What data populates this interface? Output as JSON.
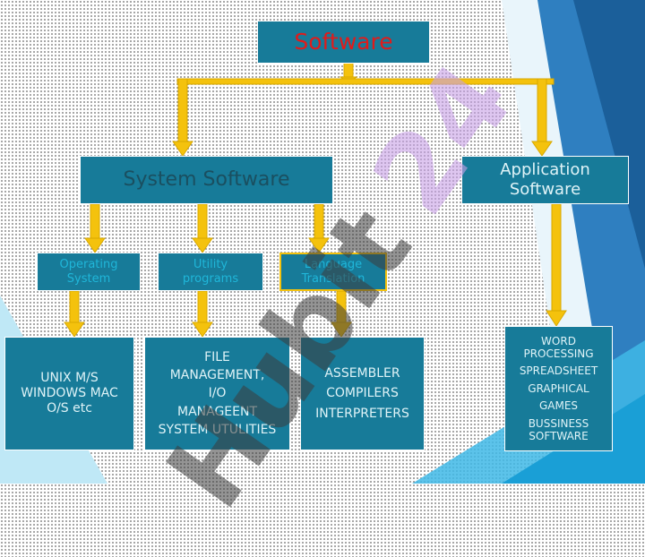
{
  "colors": {
    "box": "#177b99",
    "arrow": "#f4c20d",
    "title_text": "#e01b1b",
    "sub_text": "#1fb6d9"
  },
  "root": {
    "label": "Software"
  },
  "system": {
    "label": "System Software"
  },
  "application": {
    "line1": "Application",
    "line2": "Software"
  },
  "categories": [
    {
      "line1": "Operating",
      "line2": "System"
    },
    {
      "line1": "Utility",
      "line2": "programs"
    },
    {
      "line1": "Language",
      "line2": "Translation"
    }
  ],
  "os_examples": {
    "line1": "UNIX M/S",
    "line2": "WINDOWS MAC",
    "line3": "O/S etc"
  },
  "utility_examples": {
    "line1": "FILE",
    "line2": "MANAGEMENT,",
    "line3": "I/O",
    "line4": "MANAGEENT",
    "line5": "SYSTEM UTULITIES"
  },
  "translation_examples": {
    "line1": "ASSEMBLER",
    "line2": "COMPILERS",
    "line3": "INTERPRETERS"
  },
  "app_examples": {
    "line1": "WORD",
    "line2": "PROCESSING",
    "line3": "SPREADSHEET",
    "line4": "GRAPHICAL",
    "line5": "GAMES",
    "line6": "BUSSINESS",
    "line7": "SOFTWARE"
  },
  "watermark": {
    "part1": "Hu",
    "part2": "bit",
    "part3": "24"
  }
}
